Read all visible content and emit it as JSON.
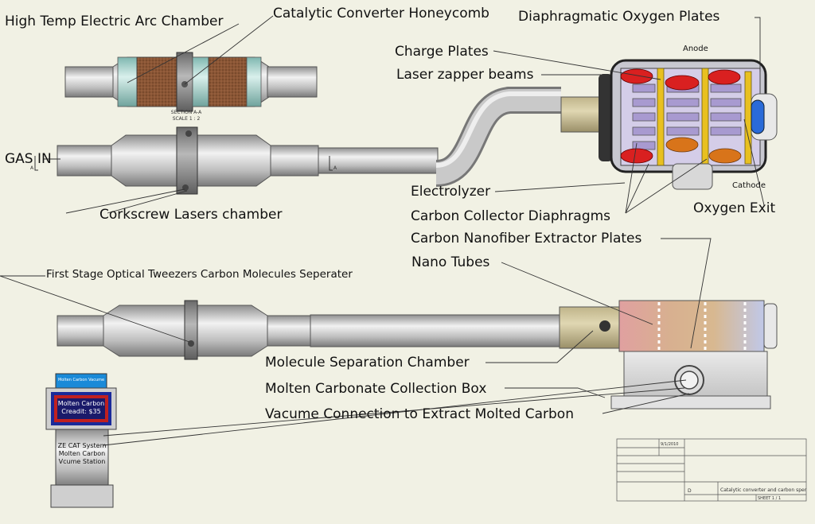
{
  "labels": {
    "high_temp": "High Temp Electric Arc Chamber",
    "catalytic": "Catalytic Converter Honeycomb",
    "diaphragmatic": "Diaphragmatic Oxygen Plates",
    "anode": "Anode",
    "charge_plates": "Charge Plates",
    "laser_zapper": "Laser zapper beams",
    "gas_in": "GAS IN",
    "electrolyzer": "Electrolyzer",
    "cathode": "Cathode",
    "carbon_collector": "Carbon Collector Diaphragms",
    "oxygen_exit": "Oxygen Exit",
    "corkscrew": "Corkscrew Lasers chamber",
    "nanofiber": "Carbon Nanofiber Extractor Plates",
    "nano_tubes": "Nano Tubes",
    "first_stage": "First Stage Optical Tweezers Carbon Molecules Seperater",
    "molecule_sep": "Molecule Separation Chamber",
    "molten_box": "Molten Carbonate Collection Box",
    "vacume": "Vacume Connection to Extract Molted Carbon"
  },
  "section": {
    "line1": "SECTION A-A",
    "line2": "SCALE 1 : 2",
    "marker": "A"
  },
  "station": {
    "header": "Molten Carbon Vacume",
    "screen_line1": "Molten Carbon",
    "screen_line2": "Creadit: $35",
    "body_line1": "ZE CAT System",
    "body_line2": "Molten Carbon",
    "body_line3": "Vcume Station"
  },
  "title_block": {
    "date": "9/1/2010",
    "size": "D",
    "title": "Catalytic converter and carbon sper",
    "sheet": "SHEET 1 / 1"
  },
  "colors": {
    "background": "#f1f1e4",
    "pipe": "#c9c9c9",
    "honeycomb": "#8a5a3c",
    "plate_red": "#d92020",
    "plate_orange": "#d8741a",
    "plate_yellow": "#e8c020",
    "oxygen_blue": "#2a6ad8",
    "station_blue": "#1a8ad8",
    "station_screen_red": "#c02020",
    "station_screen_blue": "#1a2a9a"
  }
}
